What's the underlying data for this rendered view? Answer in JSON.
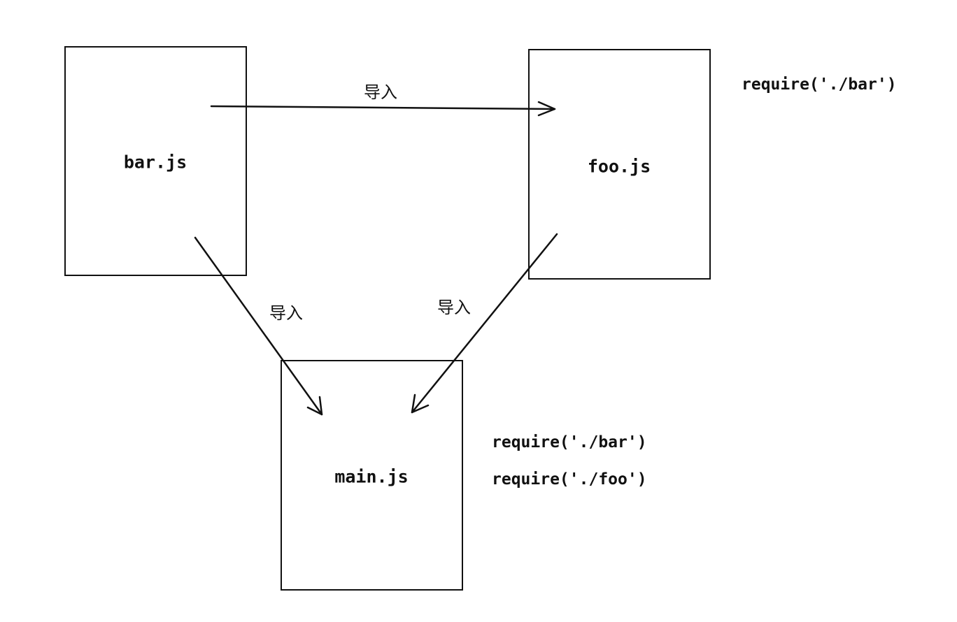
{
  "nodes": {
    "bar": {
      "label": "bar.js"
    },
    "foo": {
      "label": "foo.js",
      "code": [
        "require('./bar')"
      ]
    },
    "main": {
      "label": "main.js",
      "code": [
        "require('./bar')",
        "require('./foo')"
      ]
    }
  },
  "edges": [
    {
      "from": "bar.js",
      "to": "foo.js",
      "label": "导入"
    },
    {
      "from": "bar.js",
      "to": "main.js",
      "label": "导入"
    },
    {
      "from": "foo.js",
      "to": "main.js",
      "label": "导入"
    }
  ]
}
